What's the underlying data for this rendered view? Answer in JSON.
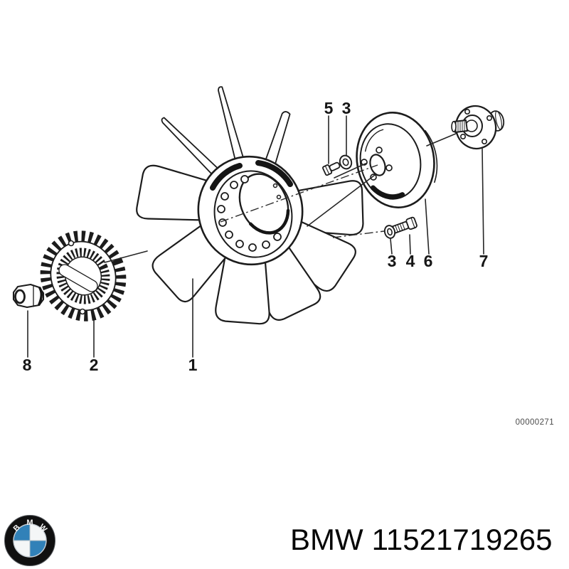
{
  "diagram": {
    "callouts": {
      "fan": "1",
      "fan_clutch": "2",
      "washer_top": "3",
      "washer_bottom": "3",
      "bolt_lower": "4",
      "bolt_upper": "5",
      "pulley": "6",
      "hub_flange": "7",
      "nut": "8"
    },
    "drawing_code": "00000271"
  },
  "footer": {
    "brand": "BMW",
    "part_number": "11521719265",
    "logo_letters": {
      "b": "B",
      "m": "M",
      "w": "W"
    }
  },
  "colors": {
    "line": "#1c1c1c",
    "label_text": "#161616",
    "code_text": "#4a4a4a",
    "bmw_blue": "#3181b8",
    "bmw_white": "#f4f6f7",
    "bmw_ring": "#101010",
    "background": "#ffffff"
  }
}
